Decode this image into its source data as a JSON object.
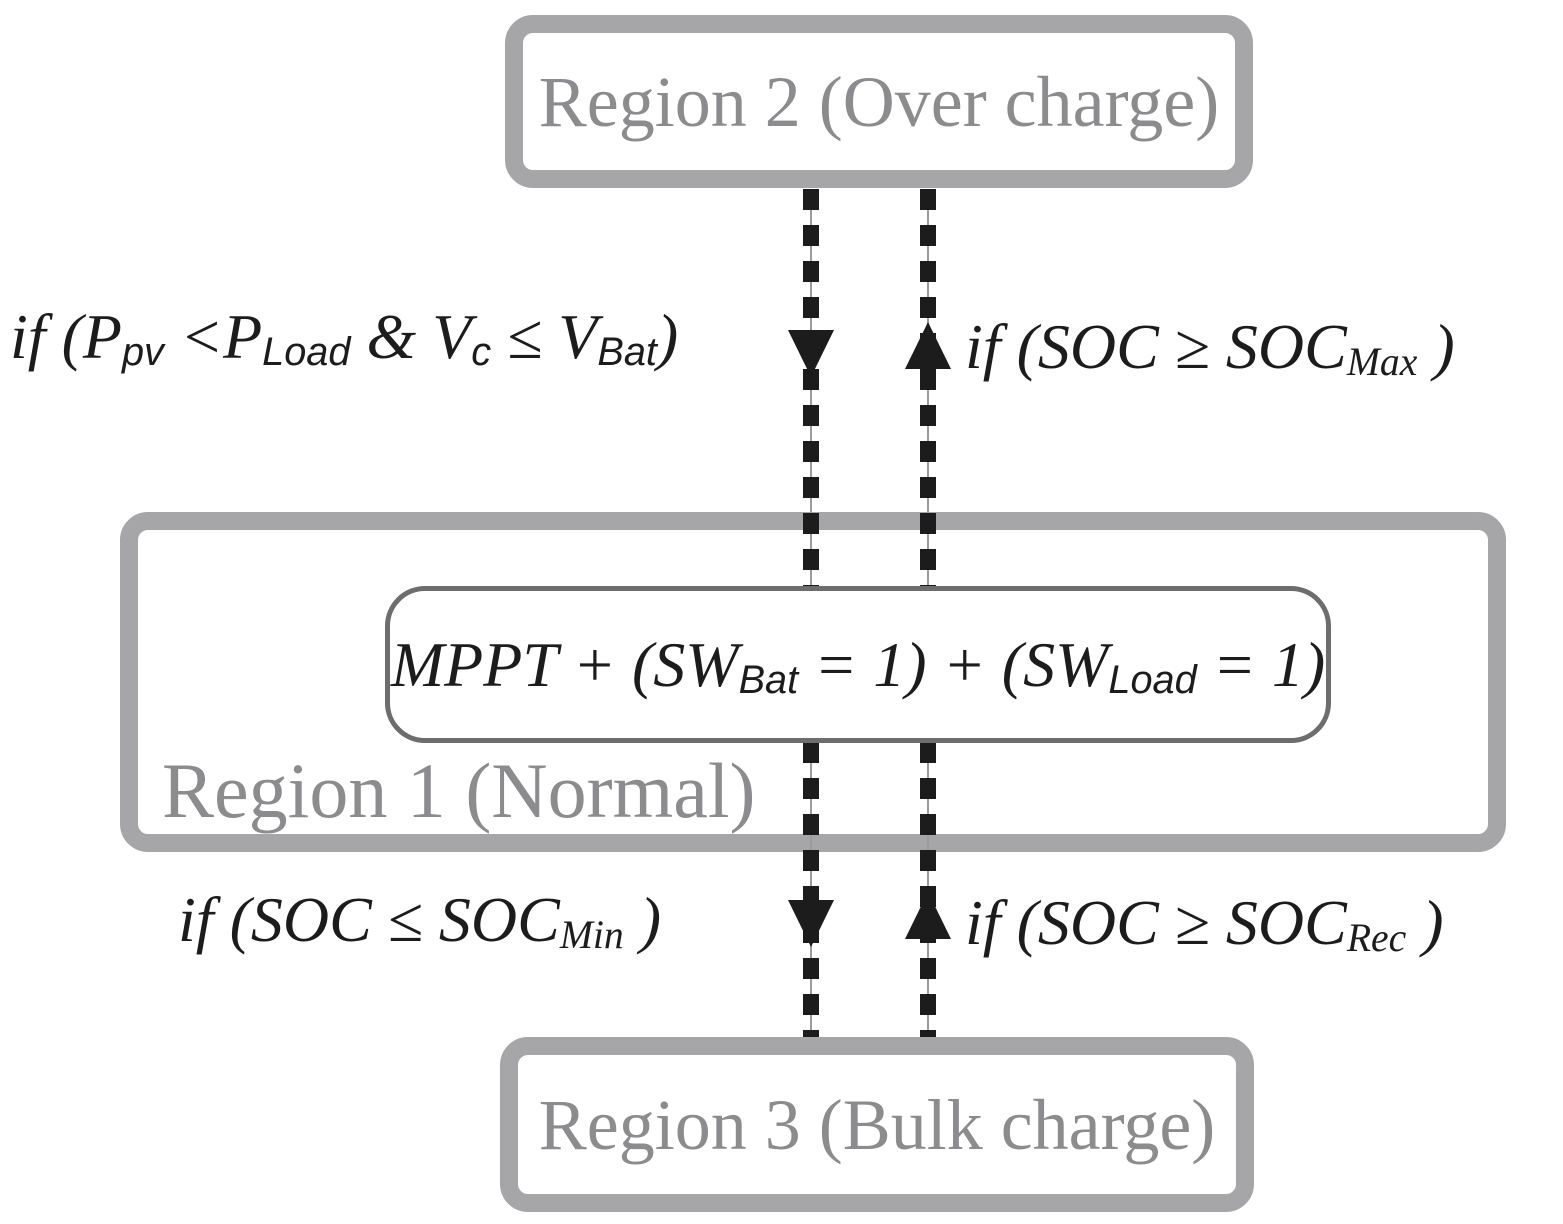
{
  "regions": {
    "region2": {
      "label": "Region 2 (Over charge)"
    },
    "region1": {
      "label": "Region 1 (Normal)"
    },
    "region3": {
      "label": "Region 3 (Bulk charge)"
    }
  },
  "state_action": {
    "text": "MPPT + (SW_Bat = 1) + (SW_Load = 1)",
    "parts": [
      {
        "t": "MPPT + (SW"
      },
      {
        "s": "Bat",
        "f": "sans"
      },
      {
        "t": " = 1) + (SW"
      },
      {
        "s": "Load",
        "f": "sans"
      },
      {
        "t": " = 1)"
      }
    ]
  },
  "transitions": {
    "r2_to_r1": {
      "text": "if (P_pv < P_Load & V_c ≤ V_Bat)",
      "direction": "down",
      "parts": [
        {
          "t": "if (P"
        },
        {
          "s": "pv",
          "f": "sans"
        },
        {
          "t": " <P"
        },
        {
          "s": "Load",
          "f": "sans"
        },
        {
          "t": " &  V"
        },
        {
          "s": "c",
          "f": "sans"
        },
        {
          "t": " ≤ V"
        },
        {
          "s": "Bat",
          "f": "sans"
        },
        {
          "t": ")"
        }
      ]
    },
    "r1_to_r2": {
      "text": "if (SOC ≥ SOC_Max )",
      "direction": "up",
      "parts": [
        {
          "t": "if (SOC ≥ SOC"
        },
        {
          "s": "Max"
        },
        {
          "t": " )"
        }
      ]
    },
    "r1_to_r3": {
      "text": "if (SOC ≤ SOC_Min )",
      "direction": "down",
      "parts": [
        {
          "t": "if (SOC ≤ SOC"
        },
        {
          "s": "Min"
        },
        {
          "t": " )"
        }
      ]
    },
    "r3_to_r1": {
      "text": "if (SOC ≥ SOC_Rec )",
      "direction": "up",
      "parts": [
        {
          "t": "if (SOC ≥ SOC"
        },
        {
          "s": "Rec"
        },
        {
          "t": " )"
        }
      ]
    }
  },
  "colors": {
    "box_border": "#a6a6a9",
    "title_gray": "#8c8c8f",
    "text_black": "#1c1c1c",
    "inner_border": "#6d6d70",
    "dash_guide": "#9b9b9b"
  }
}
